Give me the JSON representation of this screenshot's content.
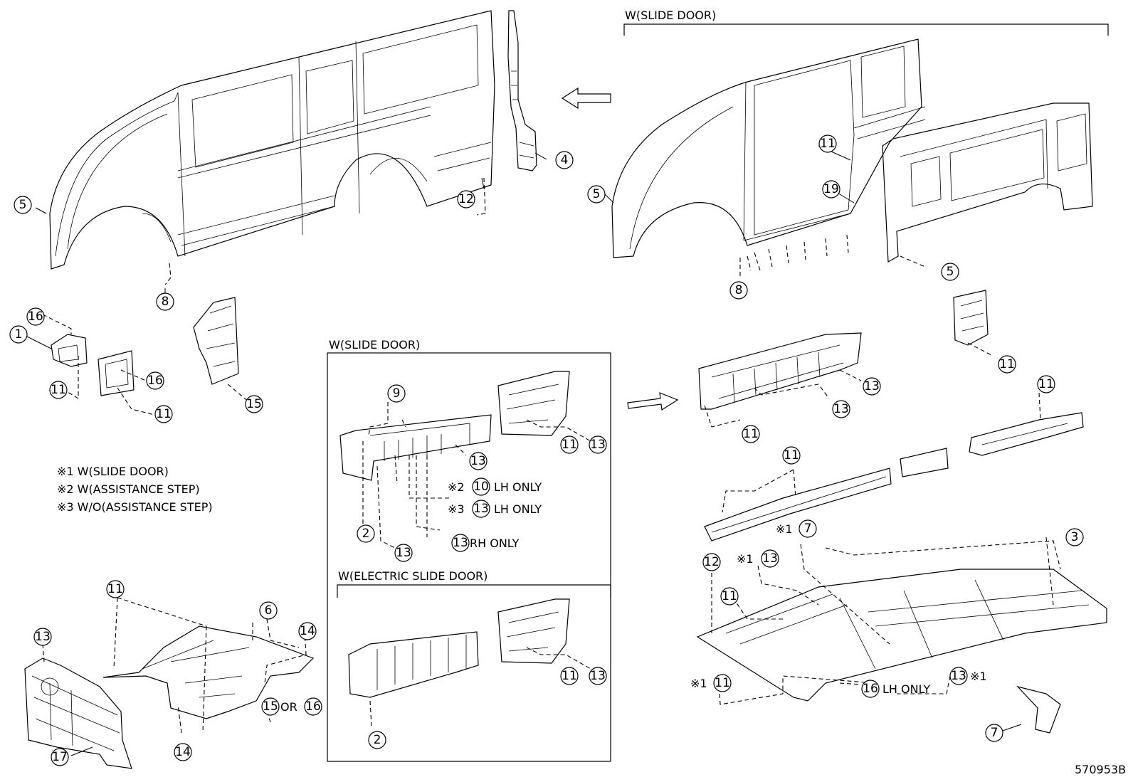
{
  "headers": {
    "slide_door_top": "W(SLIDE DOOR)",
    "slide_door_box": "W(SLIDE DOOR)",
    "electric_slide_door": "W(ELECTRIC SLIDE DOOR)"
  },
  "notes": {
    "n1": "※1 W(SLIDE DOOR)",
    "n2": "※2 W(ASSISTANCE STEP)",
    "n3": "※3 W/O(ASSISTANCE STEP)"
  },
  "callouts": {
    "lh_only": "LH ONLY",
    "rh_only": "RH ONLY",
    "or": "OR",
    "mark1": "※1",
    "mark2": "※2",
    "mark3": "※3"
  },
  "drawing_number": "570953B",
  "numbers": {
    "n1": "1",
    "n2": "2",
    "n3": "3",
    "n4": "4",
    "n5": "5",
    "n6": "6",
    "n7": "7",
    "n8": "8",
    "n9": "9",
    "n10": "10",
    "n11": "11",
    "n12": "12",
    "n13": "13",
    "n14": "14",
    "n15": "15",
    "n16": "16",
    "n17": "17",
    "n19": "19"
  }
}
